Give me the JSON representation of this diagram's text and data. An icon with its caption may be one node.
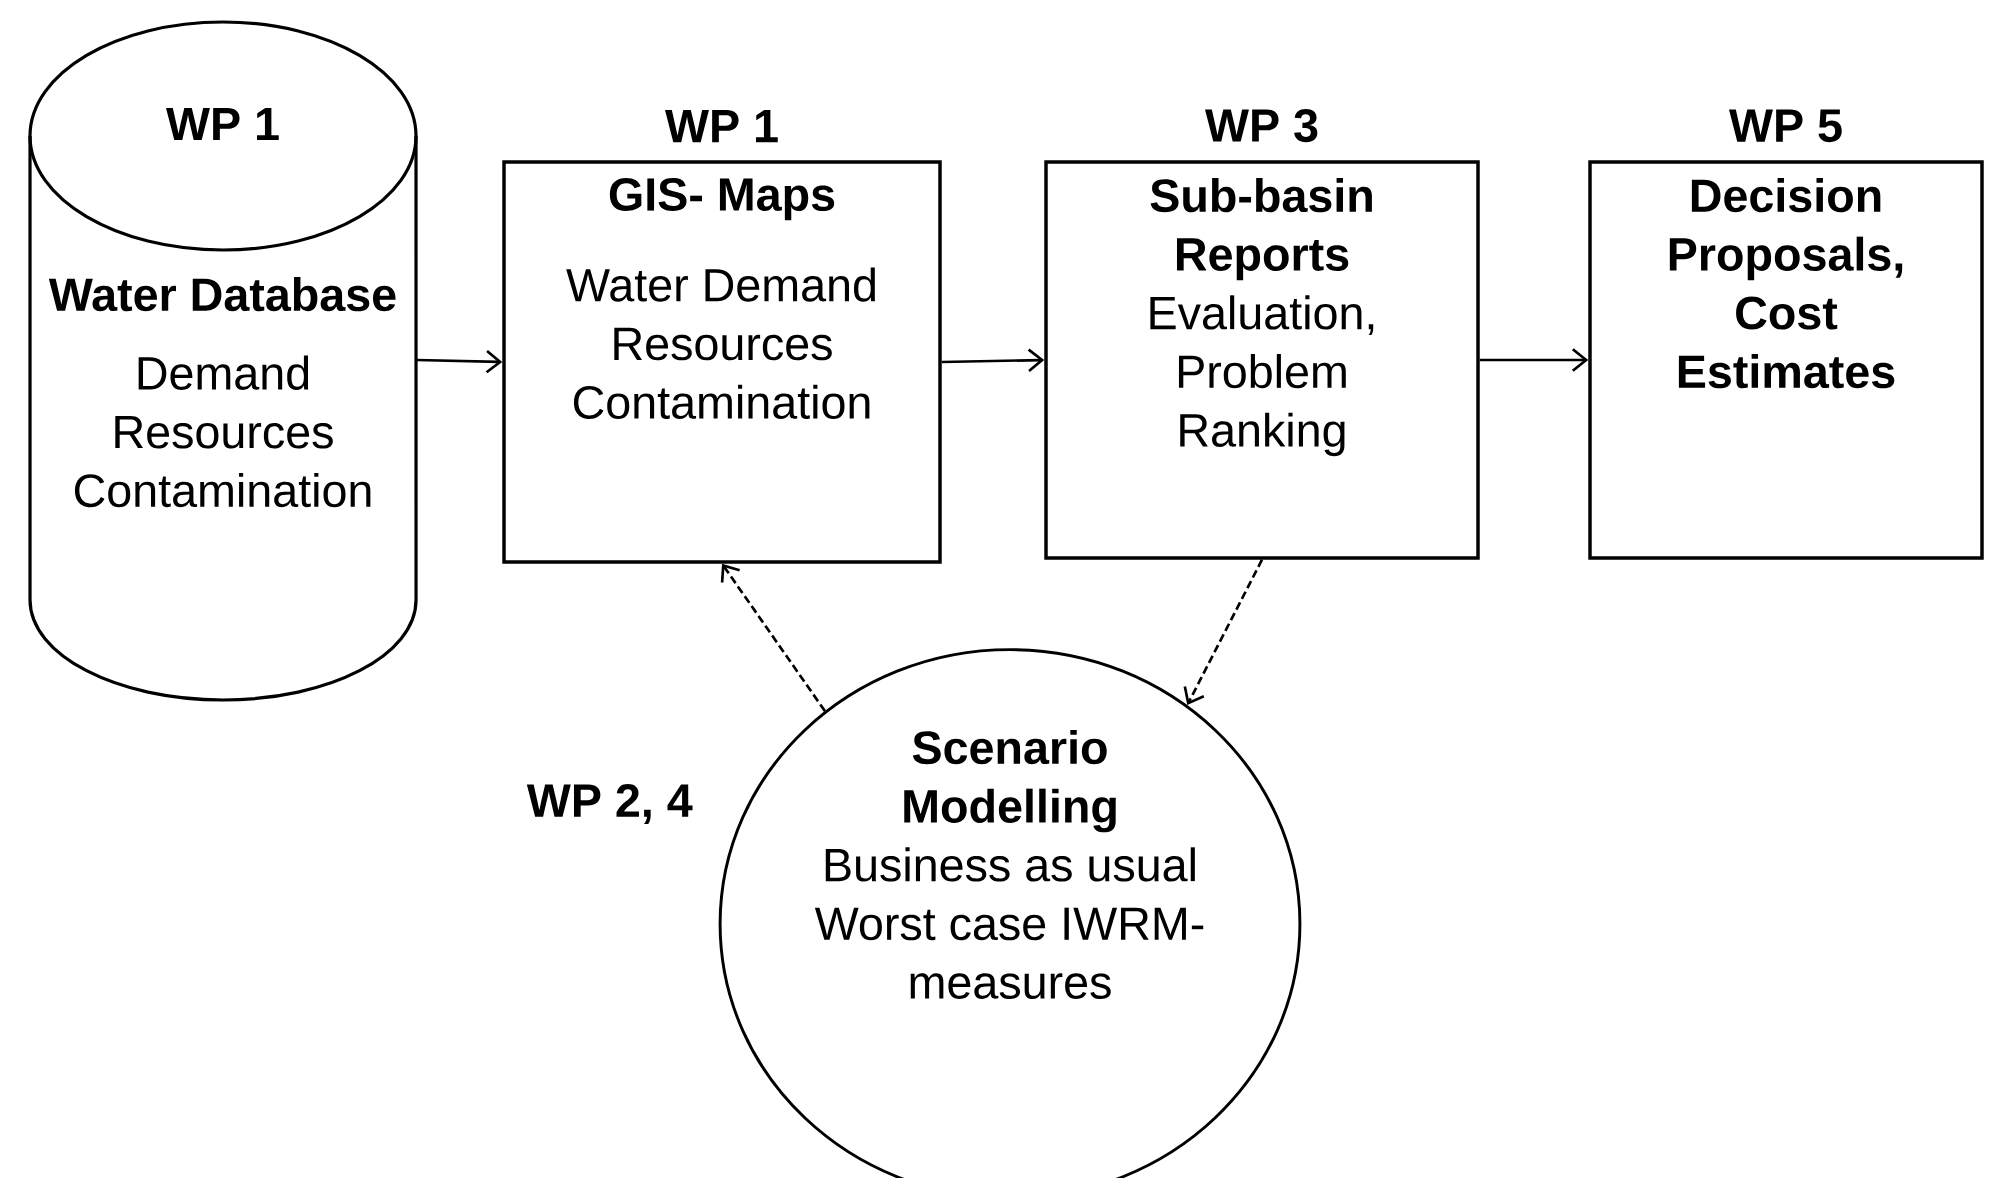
{
  "diagram": {
    "nodes": [
      {
        "text": [
          "WP 1",
          "Water Database",
          "Demand Resources Contamination"
        ]
      },
      {
        "text": [
          "WP 1",
          "GIS- Maps",
          "Water Demand Resources Contamination"
        ]
      },
      {
        "text": [
          "WP 3",
          "Sub-basin Reports",
          "Evaluation, Problem Ranking"
        ]
      },
      {
        "text": [
          "WP 5",
          "Decision Proposals, Cost Estimates"
        ]
      },
      {
        "text": [
          "Scenario Modelling",
          "Business as usual Worst case IWRM- measures"
        ],
        "beside": [
          "WP 2, 4"
        ]
      }
    ],
    "edges": [
      {
        "from": 0,
        "to": 1,
        "arrow": "to"
      },
      {
        "from": 1,
        "to": 2,
        "arrow": "to"
      },
      {
        "from": 2,
        "to": 3,
        "arrow": "to"
      },
      {
        "from": 4,
        "to": 1,
        "arrow": "to",
        "style": "dashed"
      },
      {
        "from": 2,
        "to": 4,
        "arrow": "to",
        "style": "dashed"
      }
    ]
  }
}
